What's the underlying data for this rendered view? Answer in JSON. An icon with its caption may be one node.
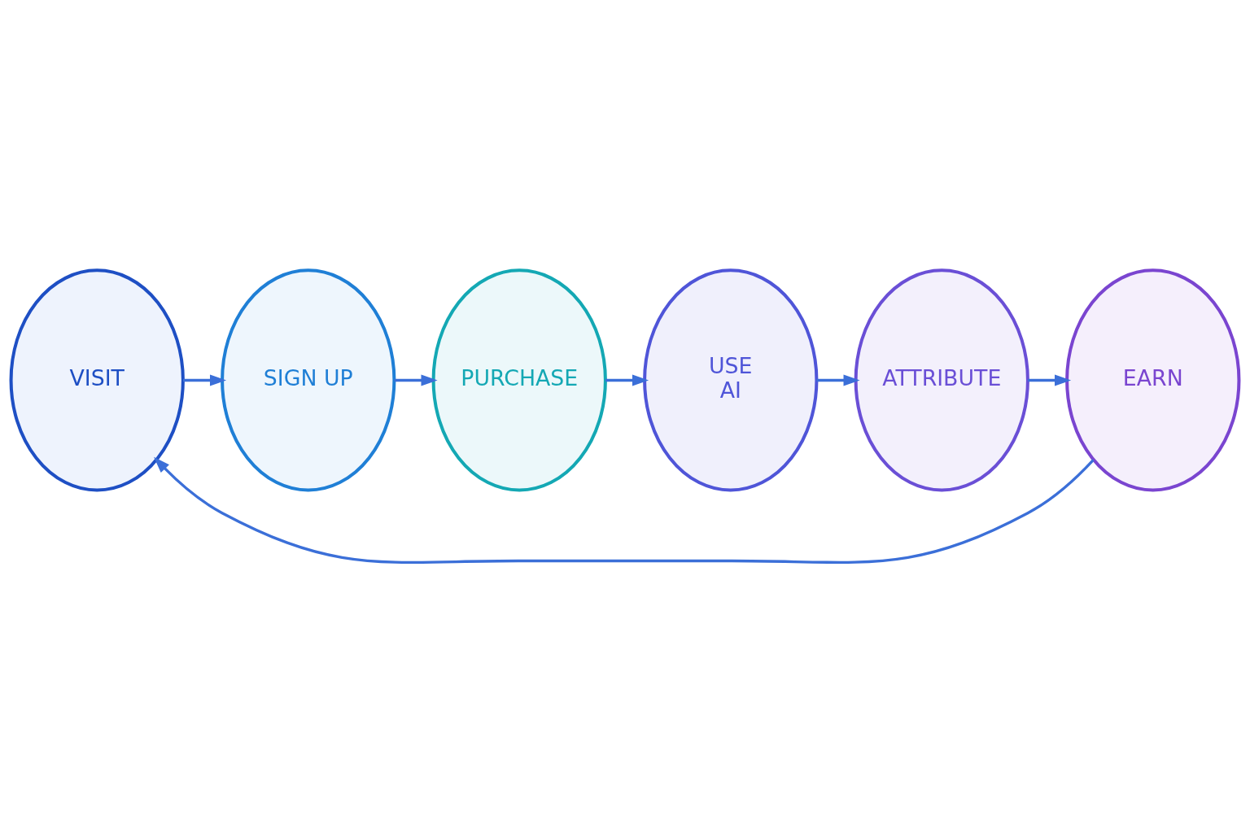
{
  "diagram": {
    "nodes": [
      {
        "text": [
          "VISIT"
        ]
      },
      {
        "text": [
          "SIGN UP"
        ]
      },
      {
        "text": [
          "PURCHASE"
        ]
      },
      {
        "text": [
          "USE",
          "AI"
        ]
      },
      {
        "text": [
          "ATTRIBUTE"
        ]
      },
      {
        "text": [
          "EARN"
        ]
      }
    ],
    "edges": [
      {
        "from": 0,
        "to": 1,
        "arrow": "to"
      },
      {
        "from": 1,
        "to": 2,
        "arrow": "to"
      },
      {
        "from": 2,
        "to": 3,
        "arrow": "to"
      },
      {
        "from": 3,
        "to": 4,
        "arrow": "to"
      },
      {
        "from": 4,
        "to": 5,
        "arrow": "to"
      },
      {
        "from": 5,
        "to": 0,
        "arrow": "to"
      }
    ]
  }
}
